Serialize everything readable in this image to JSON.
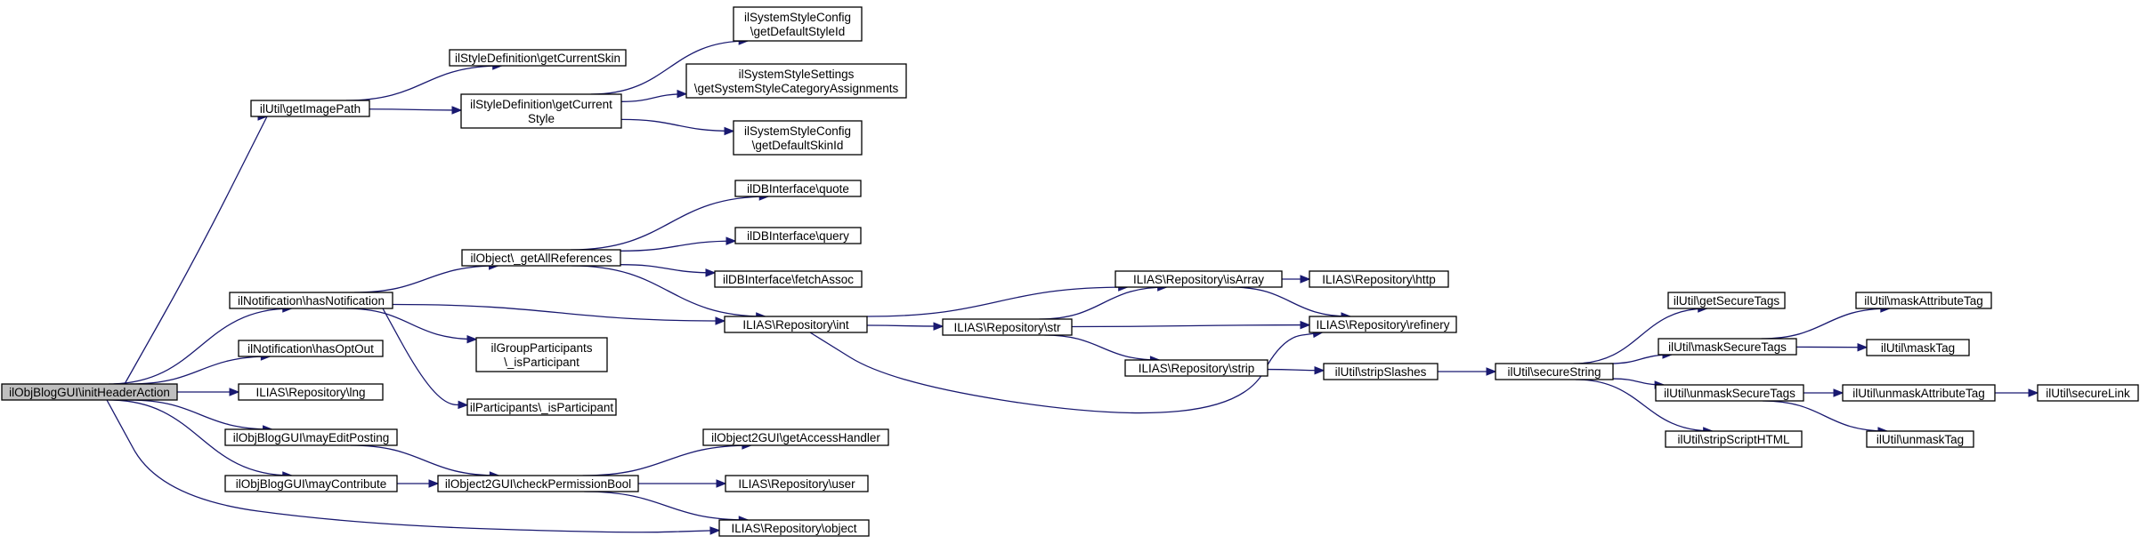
{
  "nodes": {
    "root": {
      "lines": [
        "ilObjBlogGUI\\initHeaderAction"
      ],
      "root": true
    },
    "getImagePath": {
      "lines": [
        "ilUtil\\getImagePath"
      ]
    },
    "getCurrentSkin": {
      "lines": [
        "ilStyleDefinition\\getCurrentSkin"
      ]
    },
    "getCurrentStyle": {
      "lines": [
        "ilStyleDefinition\\getCurrent",
        "Style"
      ]
    },
    "getDefaultStyleId": {
      "lines": [
        "ilSystemStyleConfig",
        "\\getDefaultStyleId"
      ]
    },
    "getSystemStyleCategoryAssignments": {
      "lines": [
        "ilSystemStyleSettings",
        "\\getSystemStyleCategoryAssignments"
      ]
    },
    "getDefaultSkinId": {
      "lines": [
        "ilSystemStyleConfig",
        "\\getDefaultSkinId"
      ]
    },
    "hasNotification": {
      "lines": [
        "ilNotification\\hasNotification"
      ]
    },
    "getAllReferences": {
      "lines": [
        "ilObject\\_getAllReferences"
      ]
    },
    "quote": {
      "lines": [
        "ilDBInterface\\quote"
      ]
    },
    "query": {
      "lines": [
        "ilDBInterface\\query"
      ]
    },
    "fetchAssoc": {
      "lines": [
        "ilDBInterface\\fetchAssoc"
      ]
    },
    "int": {
      "lines": [
        "ILIAS\\Repository\\int"
      ]
    },
    "isArray": {
      "lines": [
        "ILIAS\\Repository\\isArray"
      ]
    },
    "http": {
      "lines": [
        "ILIAS\\Repository\\http"
      ]
    },
    "refinery": {
      "lines": [
        "ILIAS\\Repository\\refinery"
      ]
    },
    "str": {
      "lines": [
        "ILIAS\\Repository\\str"
      ]
    },
    "strip": {
      "lines": [
        "ILIAS\\Repository\\strip"
      ]
    },
    "stripSlashes": {
      "lines": [
        "ilUtil\\stripSlashes"
      ]
    },
    "secureString": {
      "lines": [
        "ilUtil\\secureString"
      ]
    },
    "getSecureTags": {
      "lines": [
        "ilUtil\\getSecureTags"
      ]
    },
    "maskSecureTags": {
      "lines": [
        "ilUtil\\maskSecureTags"
      ]
    },
    "maskAttributeTag": {
      "lines": [
        "ilUtil\\maskAttributeTag"
      ]
    },
    "maskTag": {
      "lines": [
        "ilUtil\\maskTag"
      ]
    },
    "unmaskSecureTags": {
      "lines": [
        "ilUtil\\unmaskSecureTags"
      ]
    },
    "unmaskAttributeTag": {
      "lines": [
        "ilUtil\\unmaskAttributeTag"
      ]
    },
    "secureLink": {
      "lines": [
        "ilUtil\\secureLink"
      ]
    },
    "unmaskTag": {
      "lines": [
        "ilUtil\\unmaskTag"
      ]
    },
    "stripScriptHTML": {
      "lines": [
        "ilUtil\\stripScriptHTML"
      ]
    },
    "groupIsParticipant": {
      "lines": [
        "ilGroupParticipants",
        "\\_isParticipant"
      ]
    },
    "partIsParticipant": {
      "lines": [
        "ilParticipants\\_isParticipant"
      ]
    },
    "hasOptOut": {
      "lines": [
        "ilNotification\\hasOptOut"
      ]
    },
    "lng": {
      "lines": [
        "ILIAS\\Repository\\lng"
      ]
    },
    "mayEditPosting": {
      "lines": [
        "ilObjBlogGUI\\mayEditPosting"
      ]
    },
    "mayContribute": {
      "lines": [
        "ilObjBlogGUI\\mayContribute"
      ]
    },
    "checkPermissionBool": {
      "lines": [
        "ilObject2GUI\\checkPermissionBool"
      ]
    },
    "getAccessHandler": {
      "lines": [
        "ilObject2GUI\\getAccessHandler"
      ]
    },
    "user": {
      "lines": [
        "ILIAS\\Repository\\user"
      ]
    },
    "object": {
      "lines": [
        "ILIAS\\Repository\\object"
      ]
    }
  },
  "edges": [
    [
      "root",
      "getImagePath"
    ],
    [
      "root",
      "hasNotification"
    ],
    [
      "root",
      "hasOptOut"
    ],
    [
      "root",
      "lng"
    ],
    [
      "root",
      "mayEditPosting"
    ],
    [
      "root",
      "mayContribute"
    ],
    [
      "root",
      "object"
    ],
    [
      "getImagePath",
      "getCurrentSkin"
    ],
    [
      "getImagePath",
      "getCurrentStyle"
    ],
    [
      "getCurrentStyle",
      "getDefaultStyleId"
    ],
    [
      "getCurrentStyle",
      "getSystemStyleCategoryAssignments"
    ],
    [
      "getCurrentStyle",
      "getDefaultSkinId"
    ],
    [
      "hasNotification",
      "getAllReferences"
    ],
    [
      "hasNotification",
      "int"
    ],
    [
      "hasNotification",
      "groupIsParticipant"
    ],
    [
      "hasNotification",
      "partIsParticipant"
    ],
    [
      "getAllReferences",
      "quote"
    ],
    [
      "getAllReferences",
      "query"
    ],
    [
      "getAllReferences",
      "fetchAssoc"
    ],
    [
      "getAllReferences",
      "int"
    ],
    [
      "int",
      "isArray"
    ],
    [
      "int",
      "str"
    ],
    [
      "int",
      "refinery"
    ],
    [
      "isArray",
      "http"
    ],
    [
      "isArray",
      "refinery"
    ],
    [
      "str",
      "isArray"
    ],
    [
      "str",
      "refinery"
    ],
    [
      "str",
      "strip"
    ],
    [
      "strip",
      "stripSlashes"
    ],
    [
      "stripSlashes",
      "secureString"
    ],
    [
      "secureString",
      "getSecureTags"
    ],
    [
      "secureString",
      "maskSecureTags"
    ],
    [
      "secureString",
      "unmaskSecureTags"
    ],
    [
      "secureString",
      "stripScriptHTML"
    ],
    [
      "maskSecureTags",
      "maskAttributeTag"
    ],
    [
      "maskSecureTags",
      "maskTag"
    ],
    [
      "unmaskSecureTags",
      "unmaskAttributeTag"
    ],
    [
      "unmaskSecureTags",
      "unmaskTag"
    ],
    [
      "unmaskAttributeTag",
      "secureLink"
    ],
    [
      "mayEditPosting",
      "checkPermissionBool"
    ],
    [
      "mayContribute",
      "checkPermissionBool"
    ],
    [
      "checkPermissionBool",
      "getAccessHandler"
    ],
    [
      "checkPermissionBool",
      "user"
    ],
    [
      "checkPermissionBool",
      "object"
    ]
  ]
}
